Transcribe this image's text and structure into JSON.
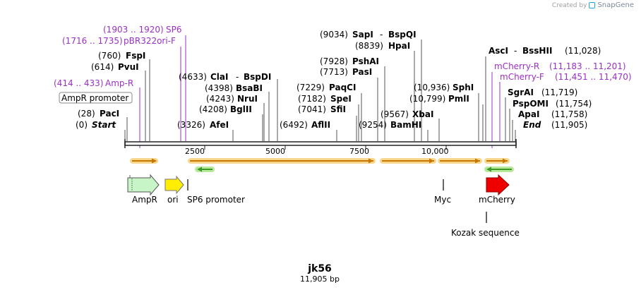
{
  "credit": {
    "prefix": "Created by",
    "brand": "SnapGene"
  },
  "plasmid": {
    "name": "jk56",
    "size_label": "11,905 bp",
    "length": 11905
  },
  "colors": {
    "site": "#000000",
    "primer": "#9b30c7",
    "orf_fill": "#f5a623",
    "orf_halo": "#f8d890",
    "orf_rev_fill": "#3c9a2a",
    "orf_rev_halo": "#b8e89a",
    "ampr": "#c8f5c8",
    "ori": "#ffee00",
    "mcherry": "#ee0000"
  },
  "top_labels": [
    {
      "pos": "(1903 .. 1920)",
      "name": "SP6",
      "kind": "primer",
      "bp": 1903
    },
    {
      "pos": "(1716 .. 1735)",
      "name": "pBR322ori-F",
      "kind": "primer",
      "bp": 1716
    },
    {
      "pos": "(760)",
      "name": "FspI",
      "kind": "site",
      "bp": 760
    },
    {
      "pos": "(614)",
      "name": "PvuI",
      "kind": "site",
      "bp": 614
    },
    {
      "pos": "(414 .. 433)",
      "name": "Amp-R",
      "kind": "primer",
      "bp": 414
    },
    {
      "pos": "",
      "name": "AmpR promoter",
      "kind": "boxed",
      "bp": 0
    },
    {
      "pos": "(28)",
      "name": "PacI",
      "kind": "site",
      "bp": 28
    },
    {
      "pos": "(0)",
      "name": "Start",
      "kind": "italic",
      "bp": 0
    },
    {
      "pos": "(4633)",
      "name": "ClaI",
      "name2": "BspDI",
      "kind": "site",
      "bp": 4633
    },
    {
      "pos": "(4398)",
      "name": "BsaBI",
      "kind": "site",
      "bp": 4398
    },
    {
      "pos": "(4243)",
      "name": "NruI",
      "kind": "site",
      "bp": 4243
    },
    {
      "pos": "(4208)",
      "name": "BglII",
      "kind": "site",
      "bp": 4208
    },
    {
      "pos": "(3326)",
      "name": "AfeI",
      "kind": "site",
      "bp": 3326
    },
    {
      "pos": "(6492)",
      "name": "AflII",
      "kind": "site",
      "bp": 6492
    },
    {
      "pos": "(9034)",
      "name": "SapI",
      "name2": "BspQI",
      "kind": "site",
      "bp": 9034
    },
    {
      "pos": "(8839)",
      "name": "HpaI",
      "kind": "site",
      "bp": 8839
    },
    {
      "pos": "(7928)",
      "name": "PshAI",
      "kind": "site",
      "bp": 7928
    },
    {
      "pos": "(7713)",
      "name": "PasI",
      "kind": "site",
      "bp": 7713
    },
    {
      "pos": "(7229)",
      "name": "PaqCI",
      "kind": "site",
      "bp": 7229
    },
    {
      "pos": "(7182)",
      "name": "SpeI",
      "kind": "site",
      "bp": 7182
    },
    {
      "pos": "(7041)",
      "name": "SfiI",
      "kind": "site",
      "bp": 7041
    },
    {
      "pos": "(9567)",
      "name": "XbaI",
      "kind": "site",
      "bp": 9567
    },
    {
      "pos": "(9254)",
      "name": "BamHI",
      "kind": "site",
      "bp": 9254
    },
    {
      "pos": "(10,936)",
      "name": "SphI",
      "kind": "site",
      "bp": 10936
    },
    {
      "pos": "(10,799)",
      "name": "PmlI",
      "kind": "site",
      "bp": 10799
    },
    {
      "pos": "(11,028)",
      "name": "AscI",
      "name2": "BssHII",
      "kind": "site",
      "bp": 11028
    },
    {
      "pos": "(11,183 .. 11,201)",
      "name": "mCherry-R",
      "kind": "primer",
      "bp": 11183
    },
    {
      "pos": "(11,451 .. 11,470)",
      "name": "mCherry-F",
      "kind": "primer",
      "bp": 11451
    },
    {
      "pos": "(11,719)",
      "name": "SgrAI",
      "kind": "site",
      "bp": 11719
    },
    {
      "pos": "(11,754)",
      "name": "PspOMI",
      "kind": "site",
      "bp": 11754
    },
    {
      "pos": "(11,758)",
      "name": "ApaI",
      "kind": "site",
      "bp": 11758
    },
    {
      "pos": "(11,905)",
      "name": "End",
      "kind": "italic",
      "bp": 11905
    }
  ],
  "ruler": {
    "ticks": [
      2500,
      5000,
      7500,
      10000
    ],
    "labels": [
      "2500",
      "5000",
      "7500",
      "10,000"
    ]
  },
  "features": [
    {
      "name": "AmpR",
      "type": "ampr"
    },
    {
      "name": "ori",
      "type": "ori"
    },
    {
      "name": "SP6 promoter",
      "type": "tick"
    },
    {
      "name": "Myc",
      "type": "tick"
    },
    {
      "name": "mCherry",
      "type": "mcherry"
    },
    {
      "name": "Kozak sequence",
      "type": "tick"
    }
  ]
}
